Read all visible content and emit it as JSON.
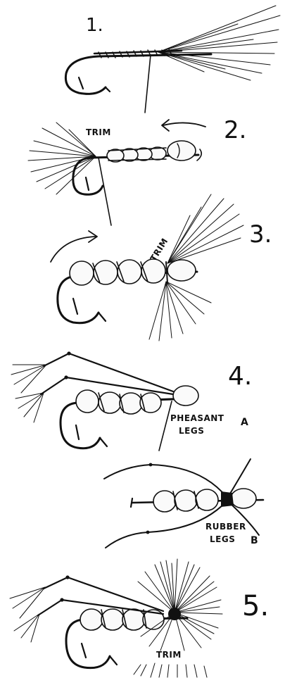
{
  "steps": [
    {
      "number": "1."
    },
    {
      "number": "2.",
      "note": "TRIM"
    },
    {
      "number": "3.",
      "note": "TRIM"
    },
    {
      "number": "4.",
      "note_line1": "PHEASANT",
      "note_line2": "LEGS",
      "variant": "A"
    },
    {
      "note_line1": "RUBBER",
      "note_line2": "LEGS",
      "variant": "B"
    },
    {
      "number": "5.",
      "note": "TRIM"
    }
  ]
}
